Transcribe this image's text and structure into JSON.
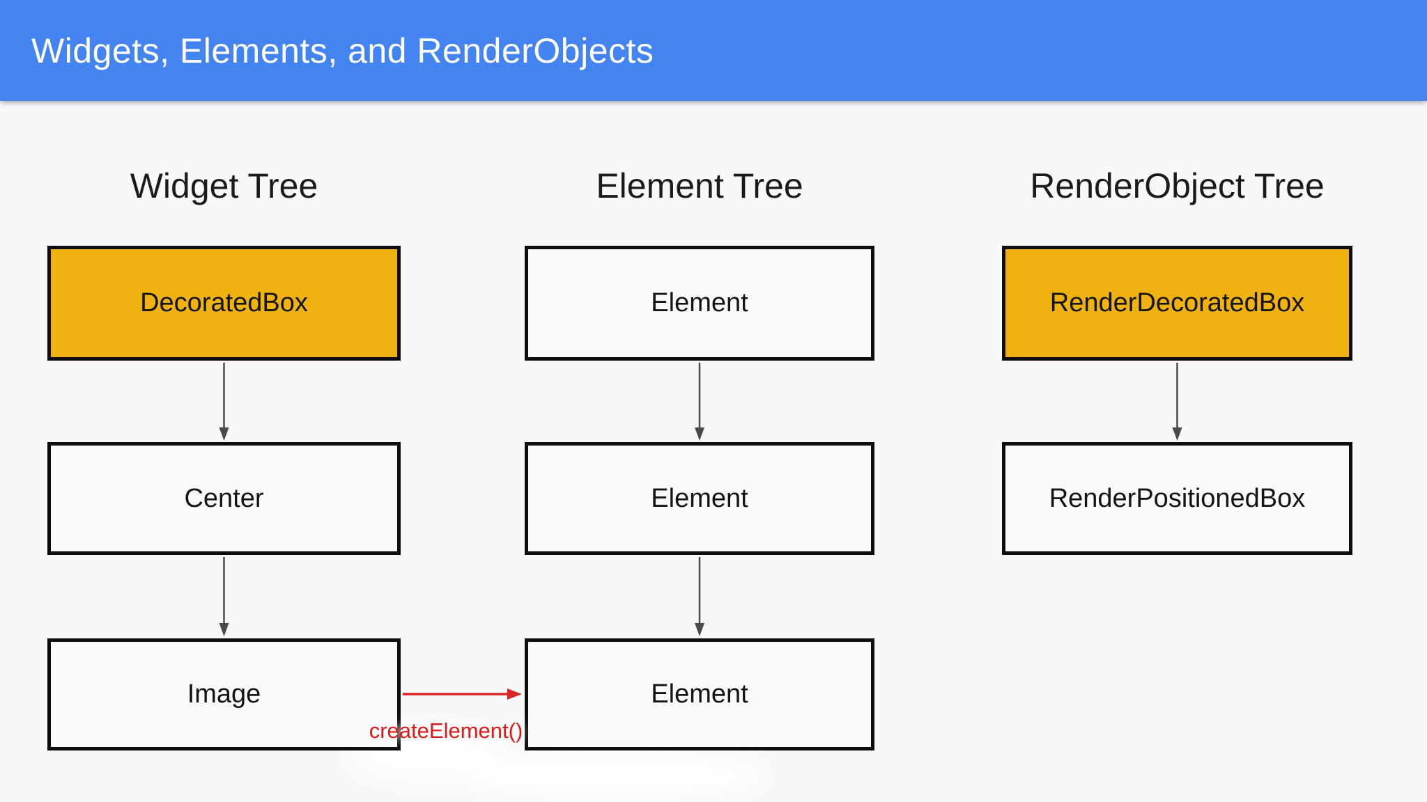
{
  "header": {
    "title": "Widgets, Elements, and RenderObjects"
  },
  "columns": [
    {
      "title": "Widget Tree",
      "nodes": [
        "DecoratedBox",
        "Center",
        "Image"
      ]
    },
    {
      "title": "Element Tree",
      "nodes": [
        "Element",
        "Element",
        "Element"
      ]
    },
    {
      "title": "RenderObject Tree",
      "nodes": [
        "RenderDecoratedBox",
        "RenderPositionedBox"
      ]
    }
  ],
  "annotation": {
    "label": "createElement()"
  },
  "colors": {
    "header_bg": "#4484F0",
    "header_text": "#FFFFFF",
    "background": "#F8F7FA",
    "box_orange": "#EFB211",
    "box_white": "#FAF9FC",
    "border": "#0E0E10",
    "arrow": "#4A4A4A",
    "red": "#E01717",
    "title_text": "#1B1B1D"
  }
}
